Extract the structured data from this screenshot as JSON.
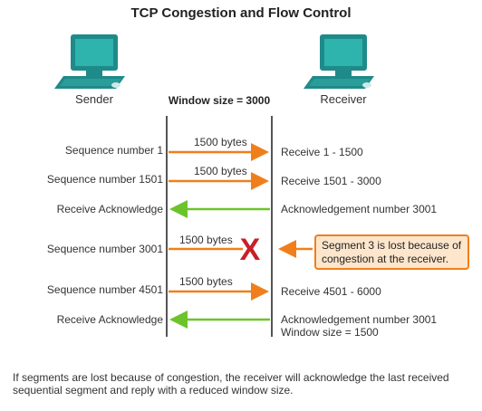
{
  "title": "TCP Congestion and Flow Control",
  "sender_label": "Sender",
  "receiver_label": "Receiver",
  "window_size_label": "Window size = 3000",
  "colors": {
    "orange": "#f07f1b",
    "green": "#6cc42a",
    "red_x": "#c8202a",
    "monitor": "#1f8a8a",
    "screen": "#2eb3ad"
  },
  "rows": [
    {
      "left": "Sequence number 1",
      "arrow": "1500 bytes",
      "right": "Receive 1 - 1500",
      "dir": "right"
    },
    {
      "left": "Sequence number 1501",
      "arrow": "1500 bytes",
      "right": "Receive 1501 - 3000",
      "dir": "right"
    },
    {
      "left": "Receive Acknowledge",
      "arrow": "",
      "right": "Acknowledgement number 3001",
      "dir": "left"
    },
    {
      "left": "Sequence number 3001",
      "arrow": "1500 bytes",
      "right": "",
      "dir": "lost"
    },
    {
      "left": "Sequence number 4501",
      "arrow": "1500 bytes",
      "right": "Receive 4501 - 6000",
      "dir": "right"
    },
    {
      "left": "Receive Acknowledge",
      "arrow": "",
      "right": "Acknowledgement number 3001",
      "right2": "Window size = 1500",
      "dir": "left"
    }
  ],
  "lost_mark": "X",
  "callout": {
    "line1": "Segment 3 is lost because of",
    "line2": "congestion at the receiver."
  },
  "footer": {
    "line1": "If segments are lost because of congestion, the receiver will acknowledge the last received",
    "line2": "sequential segment and reply with a reduced window size."
  }
}
